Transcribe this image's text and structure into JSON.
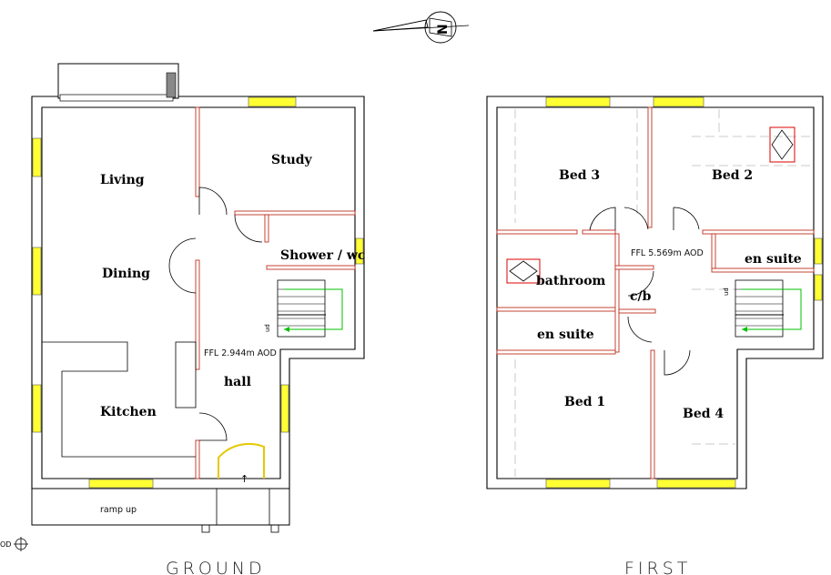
{
  "ground": {
    "title": "GROUND",
    "rooms": {
      "living": "Living",
      "dining": "Dining",
      "kitchen": "Kitchen",
      "study": "Study",
      "shower": "Shower / wc",
      "hall": "hall"
    },
    "level": "FFL 2.944m AOD",
    "ramp": "ramp up",
    "edge_text": "OD"
  },
  "first": {
    "title": "FIRST",
    "rooms": {
      "bed3": "Bed 3",
      "bed2": "Bed 2",
      "bathroom": "bathroom",
      "cb": "c/b",
      "ensuite_right": "en suite",
      "ensuite_left": "en suite",
      "bed1": "Bed 1",
      "bed4": "Bed 4"
    },
    "level": "FFL 5.569m AOD"
  },
  "colors": {
    "window": "#ffff33",
    "internal_wall": "#c03020",
    "stair_arrow": "#00c000",
    "rooflight": "#dd0000"
  },
  "icons": {
    "north_arrow": "north-arrow-icon",
    "datum": "datum-crosshair-icon"
  }
}
